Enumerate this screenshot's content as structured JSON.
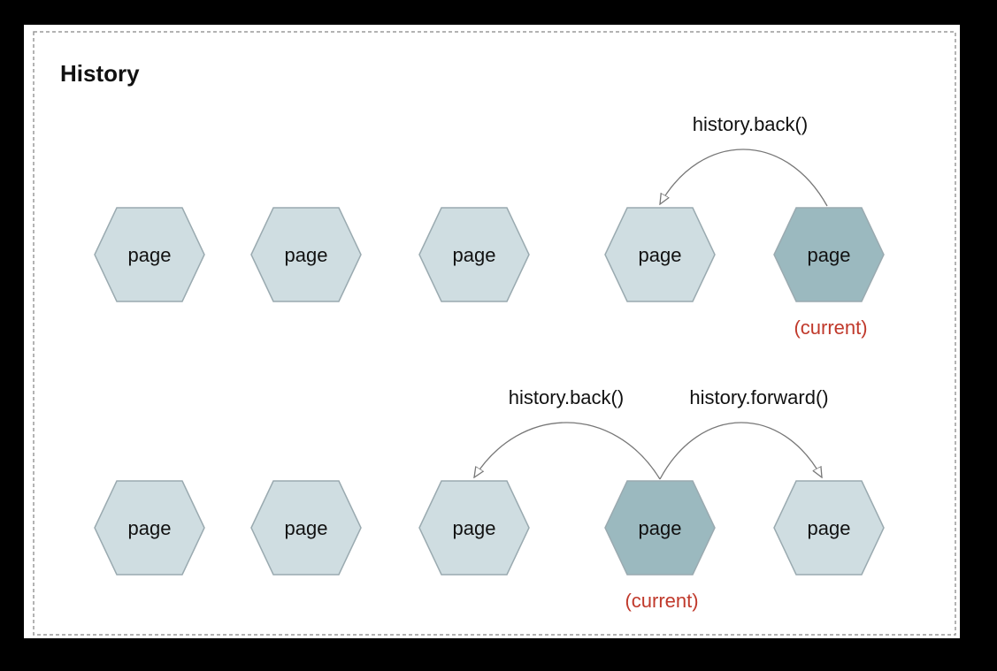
{
  "title": "History",
  "colors": {
    "background": "#000000",
    "panel": "#ffffff",
    "frame_border": "#9a9a9a",
    "hex_fill": "#cfdde1",
    "hex_current_fill": "#9bb9bf",
    "hex_stroke": "#9aaab0",
    "arrow": "#777777",
    "current_text": "#c0392b",
    "text": "#111111"
  },
  "rows": [
    {
      "pages": [
        {
          "label": "page",
          "current": false
        },
        {
          "label": "page",
          "current": false
        },
        {
          "label": "page",
          "current": false
        },
        {
          "label": "page",
          "current": false
        },
        {
          "label": "page",
          "current": true
        }
      ],
      "current_label": "(current)",
      "arrows": [
        {
          "label": "history.back()",
          "from": 4,
          "to": 3
        }
      ]
    },
    {
      "pages": [
        {
          "label": "page",
          "current": false
        },
        {
          "label": "page",
          "current": false
        },
        {
          "label": "page",
          "current": false
        },
        {
          "label": "page",
          "current": true
        },
        {
          "label": "page",
          "current": false
        }
      ],
      "current_label": "(current)",
      "arrows": [
        {
          "label": "history.back()",
          "from": 3,
          "to": 2
        },
        {
          "label": "history.forward()",
          "from": 3,
          "to": 4
        }
      ]
    }
  ]
}
